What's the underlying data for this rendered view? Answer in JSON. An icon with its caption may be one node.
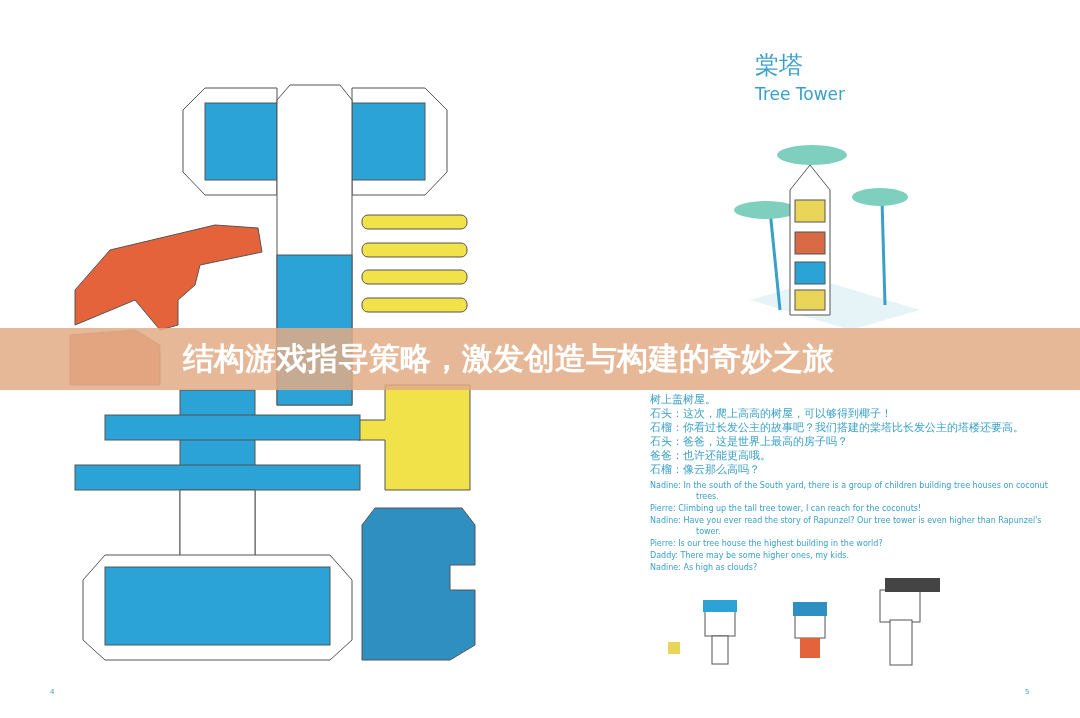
{
  "diagram": {
    "title": "结构游戏指导策略，激发创造与构建的奇妙之旅",
    "labels": [
      "棠塔",
      "Tree Tower",
      "树上盖树屋。",
      "石头：这次，爬上高高的树屋，可以够得到椰子！",
      "石榴：你看过长发公主的故事吧？我们搭建的棠塔比长发公主的塔楼还要高。",
      "石头：爸爸，这是世界上最高的房子吗？",
      "爸爸：也许还能更高哦。",
      "石榴：像云那么高吗？",
      "Nadine: In the south of the South yard, there is a group of children building tree houses on coconut trees.",
      "Pierre: Climbing up the tall tree tower, I can reach for the coconuts!",
      "Nadine: Have you ever read the story of Rapunzel? Our tree tower is even higher than Rapunzel's tower.",
      "Pierre: Is our tree house the highest building in the world?",
      "Daddy: There may be some higher ones, my kids.",
      "Nadine: As high as clouds?",
      "4",
      "5"
    ]
  }
}
